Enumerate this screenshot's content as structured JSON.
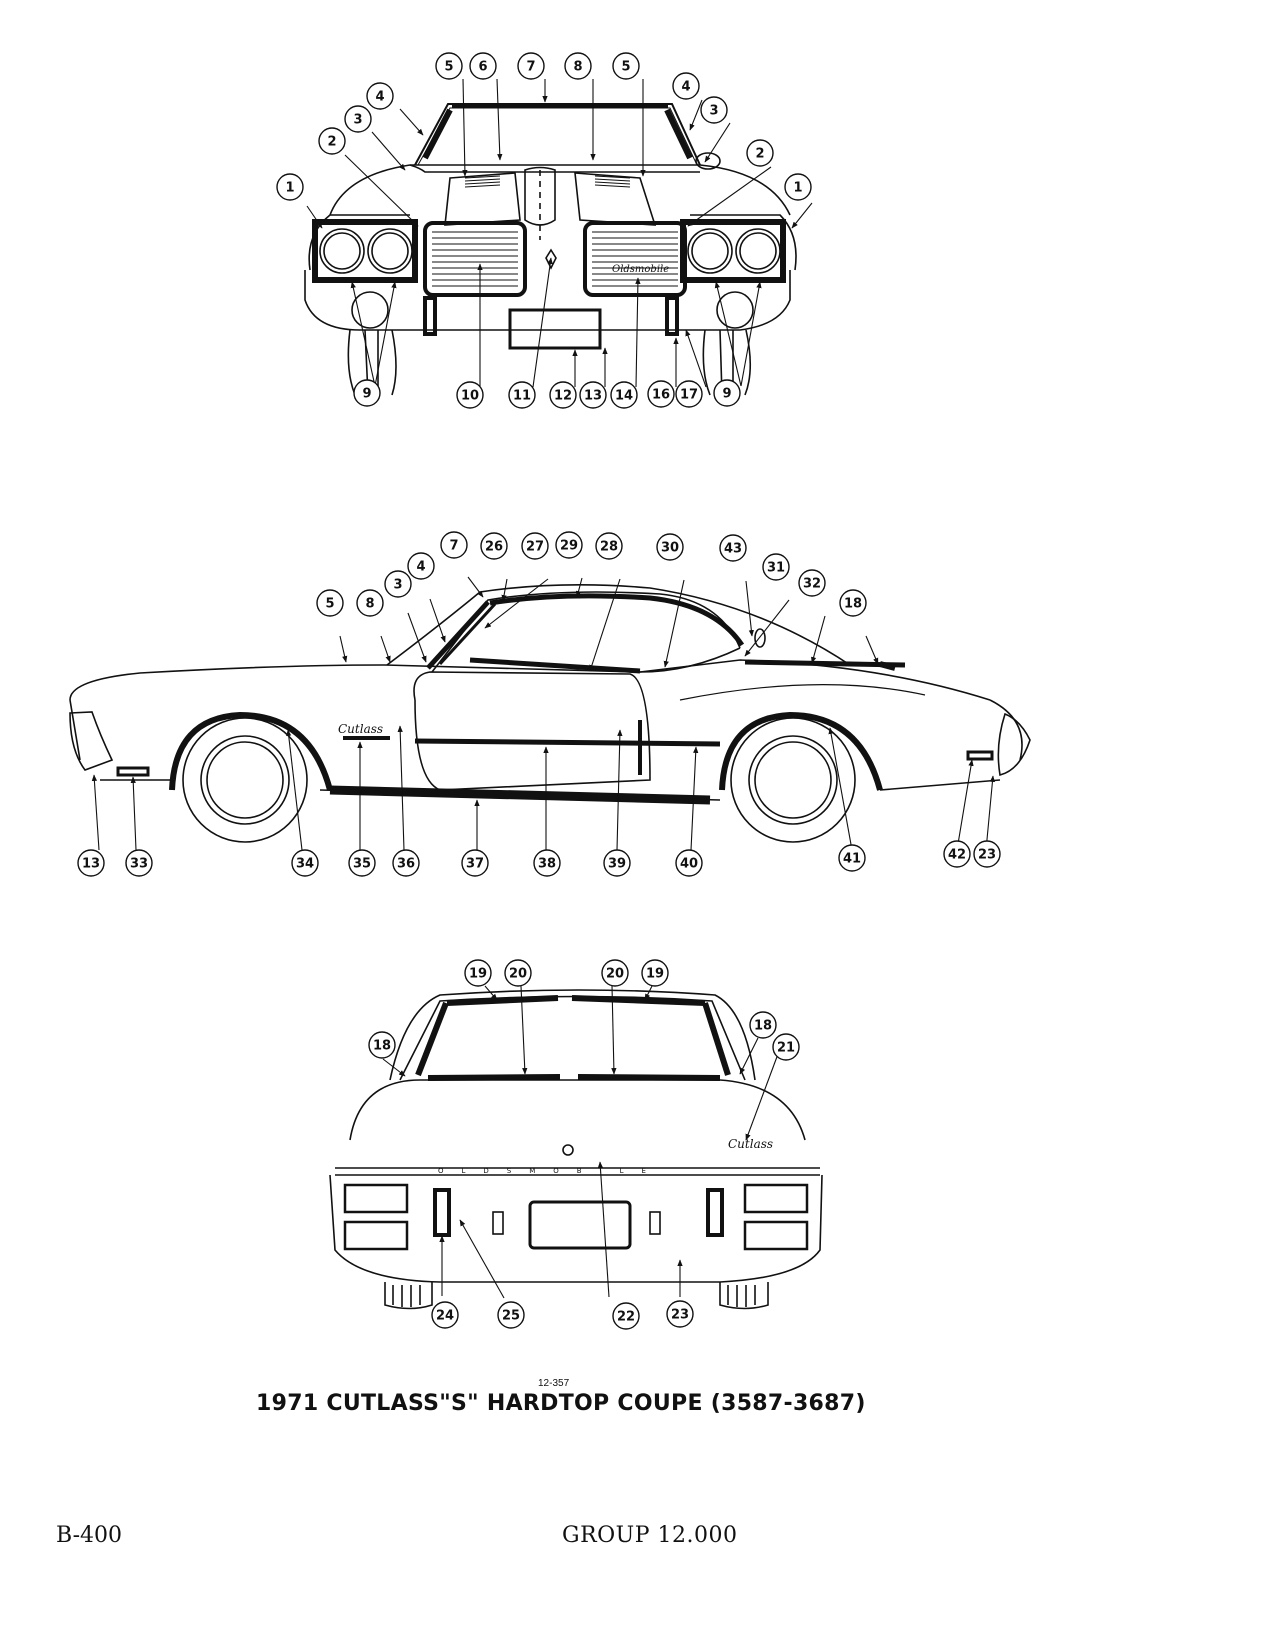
{
  "figure": {
    "number": "12-357",
    "caption": "1971 CUTLASS\"S\" HARDTOP COUPE (3587-3687)"
  },
  "footer": {
    "page": "B-400",
    "group": "GROUP 12.000"
  },
  "front_view": {
    "script_badge": "Oldsmobile",
    "callouts": [
      "1",
      "2",
      "3",
      "4",
      "5",
      "6",
      "7",
      "8",
      "5",
      "4",
      "3",
      "2",
      "1",
      "9",
      "10",
      "11",
      "12",
      "13",
      "14",
      "16",
      "17",
      "9"
    ]
  },
  "side_view": {
    "script_badge": "Cutlass",
    "callouts": [
      "5",
      "8",
      "3",
      "4",
      "7",
      "26",
      "27",
      "29",
      "28",
      "30",
      "43",
      "31",
      "32",
      "18",
      "13",
      "33",
      "34",
      "35",
      "36",
      "37",
      "38",
      "39",
      "40",
      "41",
      "42",
      "23"
    ]
  },
  "rear_view": {
    "script_badge": "Cutlass",
    "deck_lettering": "OLDSMOBILE",
    "callouts": [
      "19",
      "20",
      "20",
      "19",
      "18",
      "18",
      "21",
      "24",
      "25",
      "22",
      "23"
    ]
  }
}
